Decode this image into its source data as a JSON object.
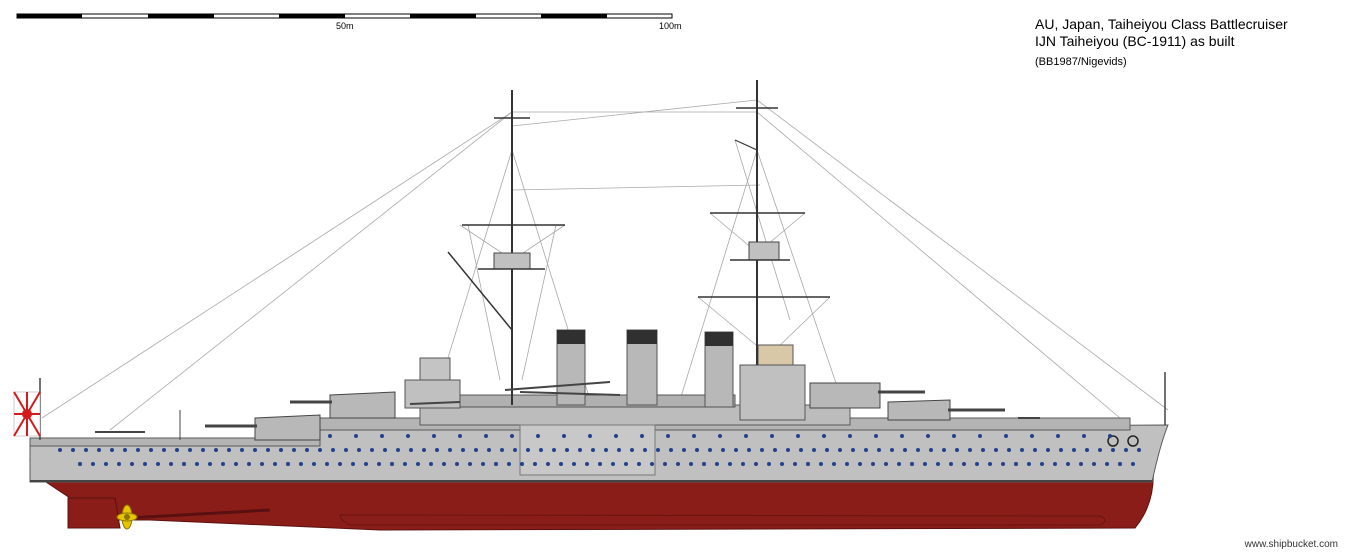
{
  "header": {
    "title_line1": "AU, Japan, Taiheiyou Class Battlecruiser",
    "title_line2": "IJN Taiheiyou (BC-1911) as built",
    "credit": "(BB1987/Nigevids)"
  },
  "scale_bar": {
    "label_mid": "50m",
    "label_end": "100m"
  },
  "footer": {
    "site": "www.shipbucket.com"
  },
  "colors": {
    "hull_lower": "#8b1d18",
    "hull_upper": "#c0c0c0",
    "deck": "#b4b4b4",
    "porthole": "#23408e",
    "funnel_top": "#303030",
    "flag_red": "#d41a1a",
    "propeller": "#e6c400"
  },
  "icons": {
    "flag": "rising-sun-ensign-icon",
    "propeller": "propeller-icon"
  }
}
